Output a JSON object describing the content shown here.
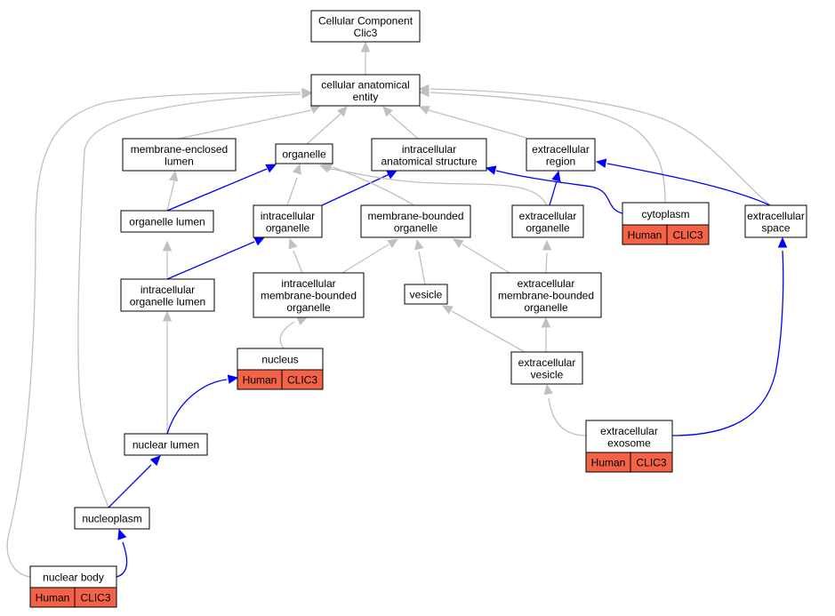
{
  "colors": {
    "annotation_fill": "#f46347",
    "is_a_edge": "#c0c0c0",
    "part_of_edge": "#0000ff"
  },
  "nodes": {
    "root": [
      "Cellular Component",
      "Clic3"
    ],
    "cae": [
      "cellular anatomical",
      "entity"
    ],
    "mel": [
      "membrane-enclosed",
      "lumen"
    ],
    "org": [
      "organelle"
    ],
    "ias": [
      "intracellular",
      "anatomical structure"
    ],
    "exr": [
      "extracellular",
      "region"
    ],
    "orgl": [
      "organelle lumen"
    ],
    "intorg": [
      "intracellular",
      "organelle"
    ],
    "mbo": [
      "membrane-bounded",
      "organelle"
    ],
    "exorg": [
      "extracellular",
      "organelle"
    ],
    "cyto": [
      "cytoplasm"
    ],
    "exsp": [
      "extracellular",
      "space"
    ],
    "iol": [
      "intracellular",
      "organelle lumen"
    ],
    "imbo": [
      "intracellular",
      "membrane-bounded",
      "organelle"
    ],
    "ves": [
      "vesicle"
    ],
    "exmbo": [
      "extracellular",
      "membrane-bounded",
      "organelle"
    ],
    "nuc": [
      "nucleus"
    ],
    "exves": [
      "extracellular",
      "vesicle"
    ],
    "nlum": [
      "nuclear lumen"
    ],
    "exo": [
      "extracellular",
      "exosome"
    ],
    "nplasm": [
      "nucleoplasm"
    ],
    "nbody": [
      "nuclear body"
    ]
  },
  "annotations": {
    "cyto": [
      "Human",
      "CLIC3"
    ],
    "nuc": [
      "Human",
      "CLIC3"
    ],
    "exo": [
      "Human",
      "CLIC3"
    ],
    "nbody": [
      "Human",
      "CLIC3"
    ]
  }
}
